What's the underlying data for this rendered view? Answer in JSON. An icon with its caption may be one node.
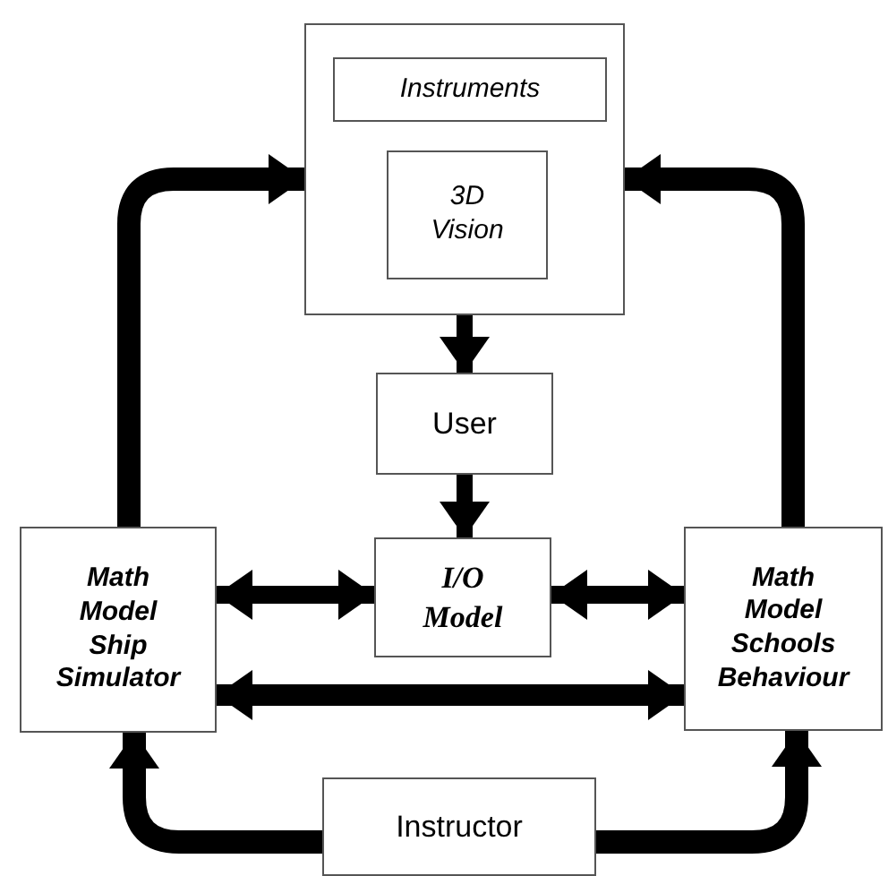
{
  "diagram": {
    "nodes": [
      {
        "text": [],
        "shape": "box"
      },
      {
        "text": [
          "Instruments"
        ],
        "in": 0
      },
      {
        "text": [
          "3D Vision"
        ],
        "in": 0
      },
      {
        "text": [
          "User"
        ]
      },
      {
        "text": [
          "I/O Model"
        ]
      },
      {
        "text": [
          "Math Model Ship Simulator"
        ]
      },
      {
        "text": [
          "Math Model Schools Behaviour"
        ]
      },
      {
        "text": [
          "Instructor"
        ]
      }
    ],
    "edges": [
      {
        "from": 0,
        "to": 3,
        "arrow": "to"
      },
      {
        "from": 3,
        "to": 4,
        "arrow": "to"
      },
      {
        "from": 5,
        "to": 4,
        "arrow": "both"
      },
      {
        "from": 4,
        "to": 6,
        "arrow": "both"
      },
      {
        "from": 5,
        "to": 6,
        "arrow": "both"
      },
      {
        "from": 5,
        "to": 0,
        "arrow": "to"
      },
      {
        "from": 6,
        "to": 0,
        "arrow": "to"
      },
      {
        "from": 7,
        "to": 5,
        "arrow": "to"
      },
      {
        "from": 7,
        "to": 6,
        "arrow": "to"
      }
    ]
  }
}
